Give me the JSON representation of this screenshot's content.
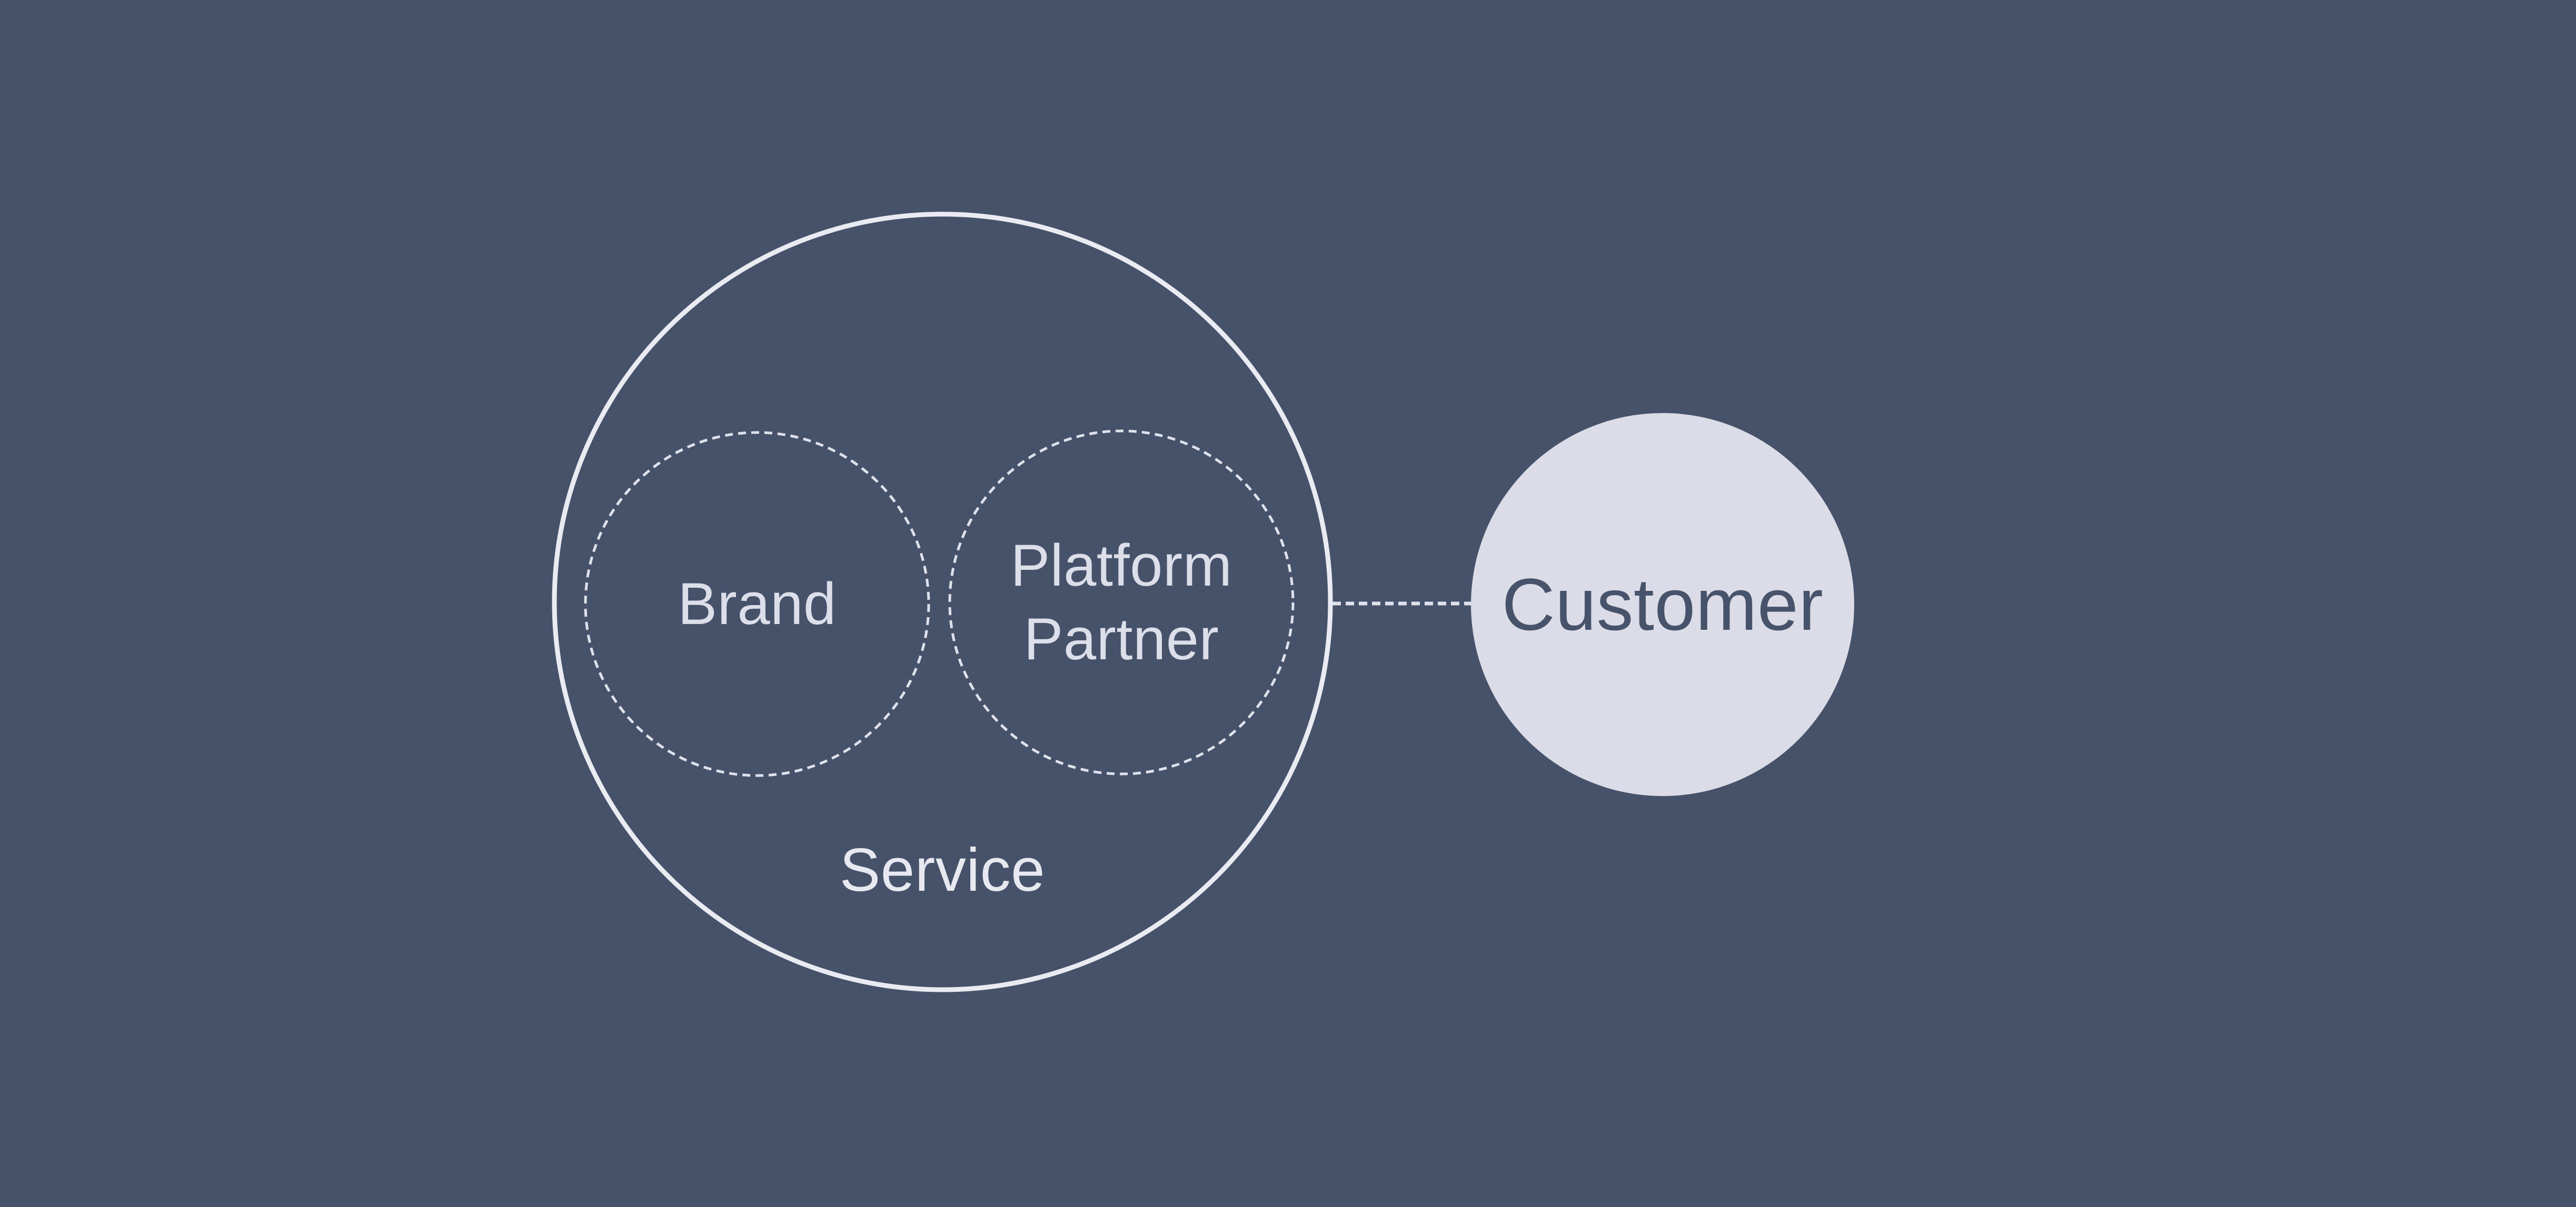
{
  "diagram": {
    "service_circle": {
      "label": "Service",
      "outline_style": "solid",
      "sub_circles": [
        {
          "label": "Brand",
          "outline_style": "dashed"
        },
        {
          "label": "Platform Partner",
          "outline_style": "dashed"
        }
      ]
    },
    "customer_circle": {
      "label": "Customer",
      "fill_style": "filled"
    },
    "connector": {
      "style": "dashed",
      "connects": [
        "Service",
        "Customer"
      ]
    }
  },
  "colors": {
    "background": "#46526A",
    "solid_outline": "#EAEBF2",
    "dashed_outline": "#DFE1EC",
    "connector_line": "#DFE1EC",
    "inner_label_text": "#DCDEE9",
    "service_label_text": "#E8E9F0",
    "customer_fill": "#DBDCE7",
    "customer_label_text": "#47536B"
  }
}
